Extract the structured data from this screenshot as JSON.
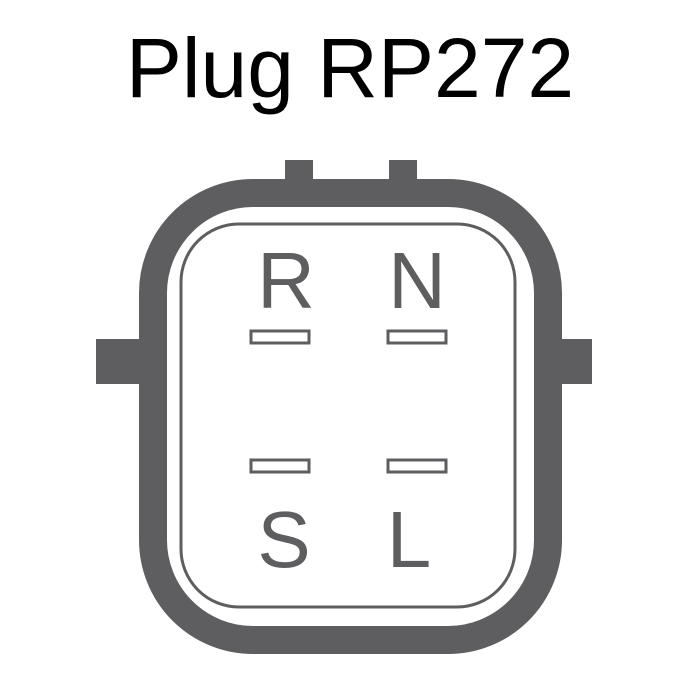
{
  "title": "Plug RP272",
  "pins": [
    {
      "label": "R"
    },
    {
      "label": "N"
    },
    {
      "label": "S"
    },
    {
      "label": "L"
    }
  ],
  "colors": {
    "outline": "#5e5e60",
    "title": "#000000",
    "background": "#ffffff"
  }
}
